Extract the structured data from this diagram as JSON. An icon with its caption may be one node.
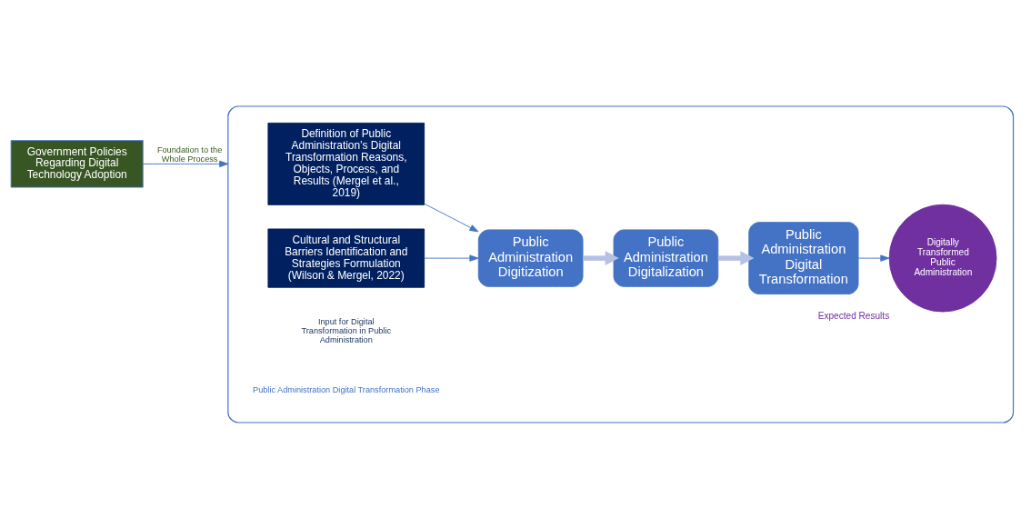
{
  "diagram": {
    "nodes": [
      {
        "text": [
          "Government Policies Regarding Digital Technology Adoption"
        ]
      },
      {
        "text": [],
        "shape": "box"
      },
      {
        "text": [
          "Definition of Public Administration’s Digital Transformation Reasons, Objects, Process, and Results (Mergel et al., 2019)"
        ],
        "in": 1
      },
      {
        "text": [
          "Cultural and Structural Barriers Identification and Strategies Formulation (Wilson & Mergel, 2022)"
        ],
        "in": 1
      },
      {
        "text": [
          "Public Administration Digitization"
        ],
        "in": 1
      },
      {
        "text": [
          "Public Administration Digitalization"
        ],
        "in": 1
      },
      {
        "text": [
          "Public Administration Digital Transformation"
        ],
        "in": 1
      },
      {
        "text": [
          "Digitally Transformed Public Administration"
        ],
        "in": 1,
        "beside": [
          "Expected Results"
        ]
      }
    ],
    "edges": [
      {
        "from": 0,
        "to": 1,
        "arrow": "to",
        "label": "Foundation to the Whole Process"
      },
      {
        "from": 2,
        "to": 4,
        "arrow": "to"
      },
      {
        "from": 3,
        "to": 4,
        "arrow": "to"
      },
      {
        "from": 4,
        "to": 5,
        "arrow": "to",
        "style": "thick",
        "color": "#b4c0e4"
      },
      {
        "from": 5,
        "to": 6,
        "arrow": "to",
        "style": "thick",
        "color": "#b4c0e4"
      },
      {
        "from": 6,
        "to": 7,
        "arrow": "to"
      }
    ],
    "labels": [
      "Input for Digital Transformation in Public Administration",
      "Public Administration Digital Transformation Phase"
    ]
  }
}
